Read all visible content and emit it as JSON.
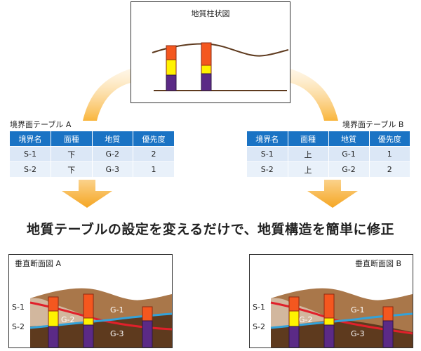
{
  "column_box": {
    "title": "地質柱状図"
  },
  "table_a": {
    "title": "境界面テーブル A",
    "headers": [
      "境界名",
      "面種",
      "地質",
      "優先度"
    ],
    "rows": [
      [
        "S-1",
        "下",
        "G-2",
        "2"
      ],
      [
        "S-2",
        "下",
        "G-3",
        "1"
      ]
    ]
  },
  "table_b": {
    "title": "境界面テーブル B",
    "headers": [
      "境界名",
      "面種",
      "地質",
      "優先度"
    ],
    "rows": [
      [
        "S-1",
        "上",
        "G-1",
        "1"
      ],
      [
        "S-2",
        "上",
        "G-2",
        "2"
      ]
    ]
  },
  "headline": "地質テーブルの設定を変えるだけで、地質構造を簡単に修正",
  "section_a": {
    "title": "垂直断面図 A",
    "s1": "S-1",
    "s2": "S-2",
    "g1": "G-1",
    "g2": "G-2",
    "g3": "G-3"
  },
  "section_b": {
    "title": "垂直断面図 B",
    "s1": "S-1",
    "s2": "S-2",
    "g1": "G-1",
    "g2": "G-2",
    "g3": "G-3"
  },
  "colors": {
    "table_header": "#1a73c4",
    "layer_g1": "#a9774a",
    "layer_g2": "#d2b79e",
    "layer_g3": "#5e3a1e",
    "boundary_s1": "#e0202b",
    "boundary_s2": "#33a2d9",
    "column_orange": "#f4571f",
    "column_yellow": "#fff200",
    "column_purple": "#5b2a86",
    "arrow": "#f9b53b"
  }
}
